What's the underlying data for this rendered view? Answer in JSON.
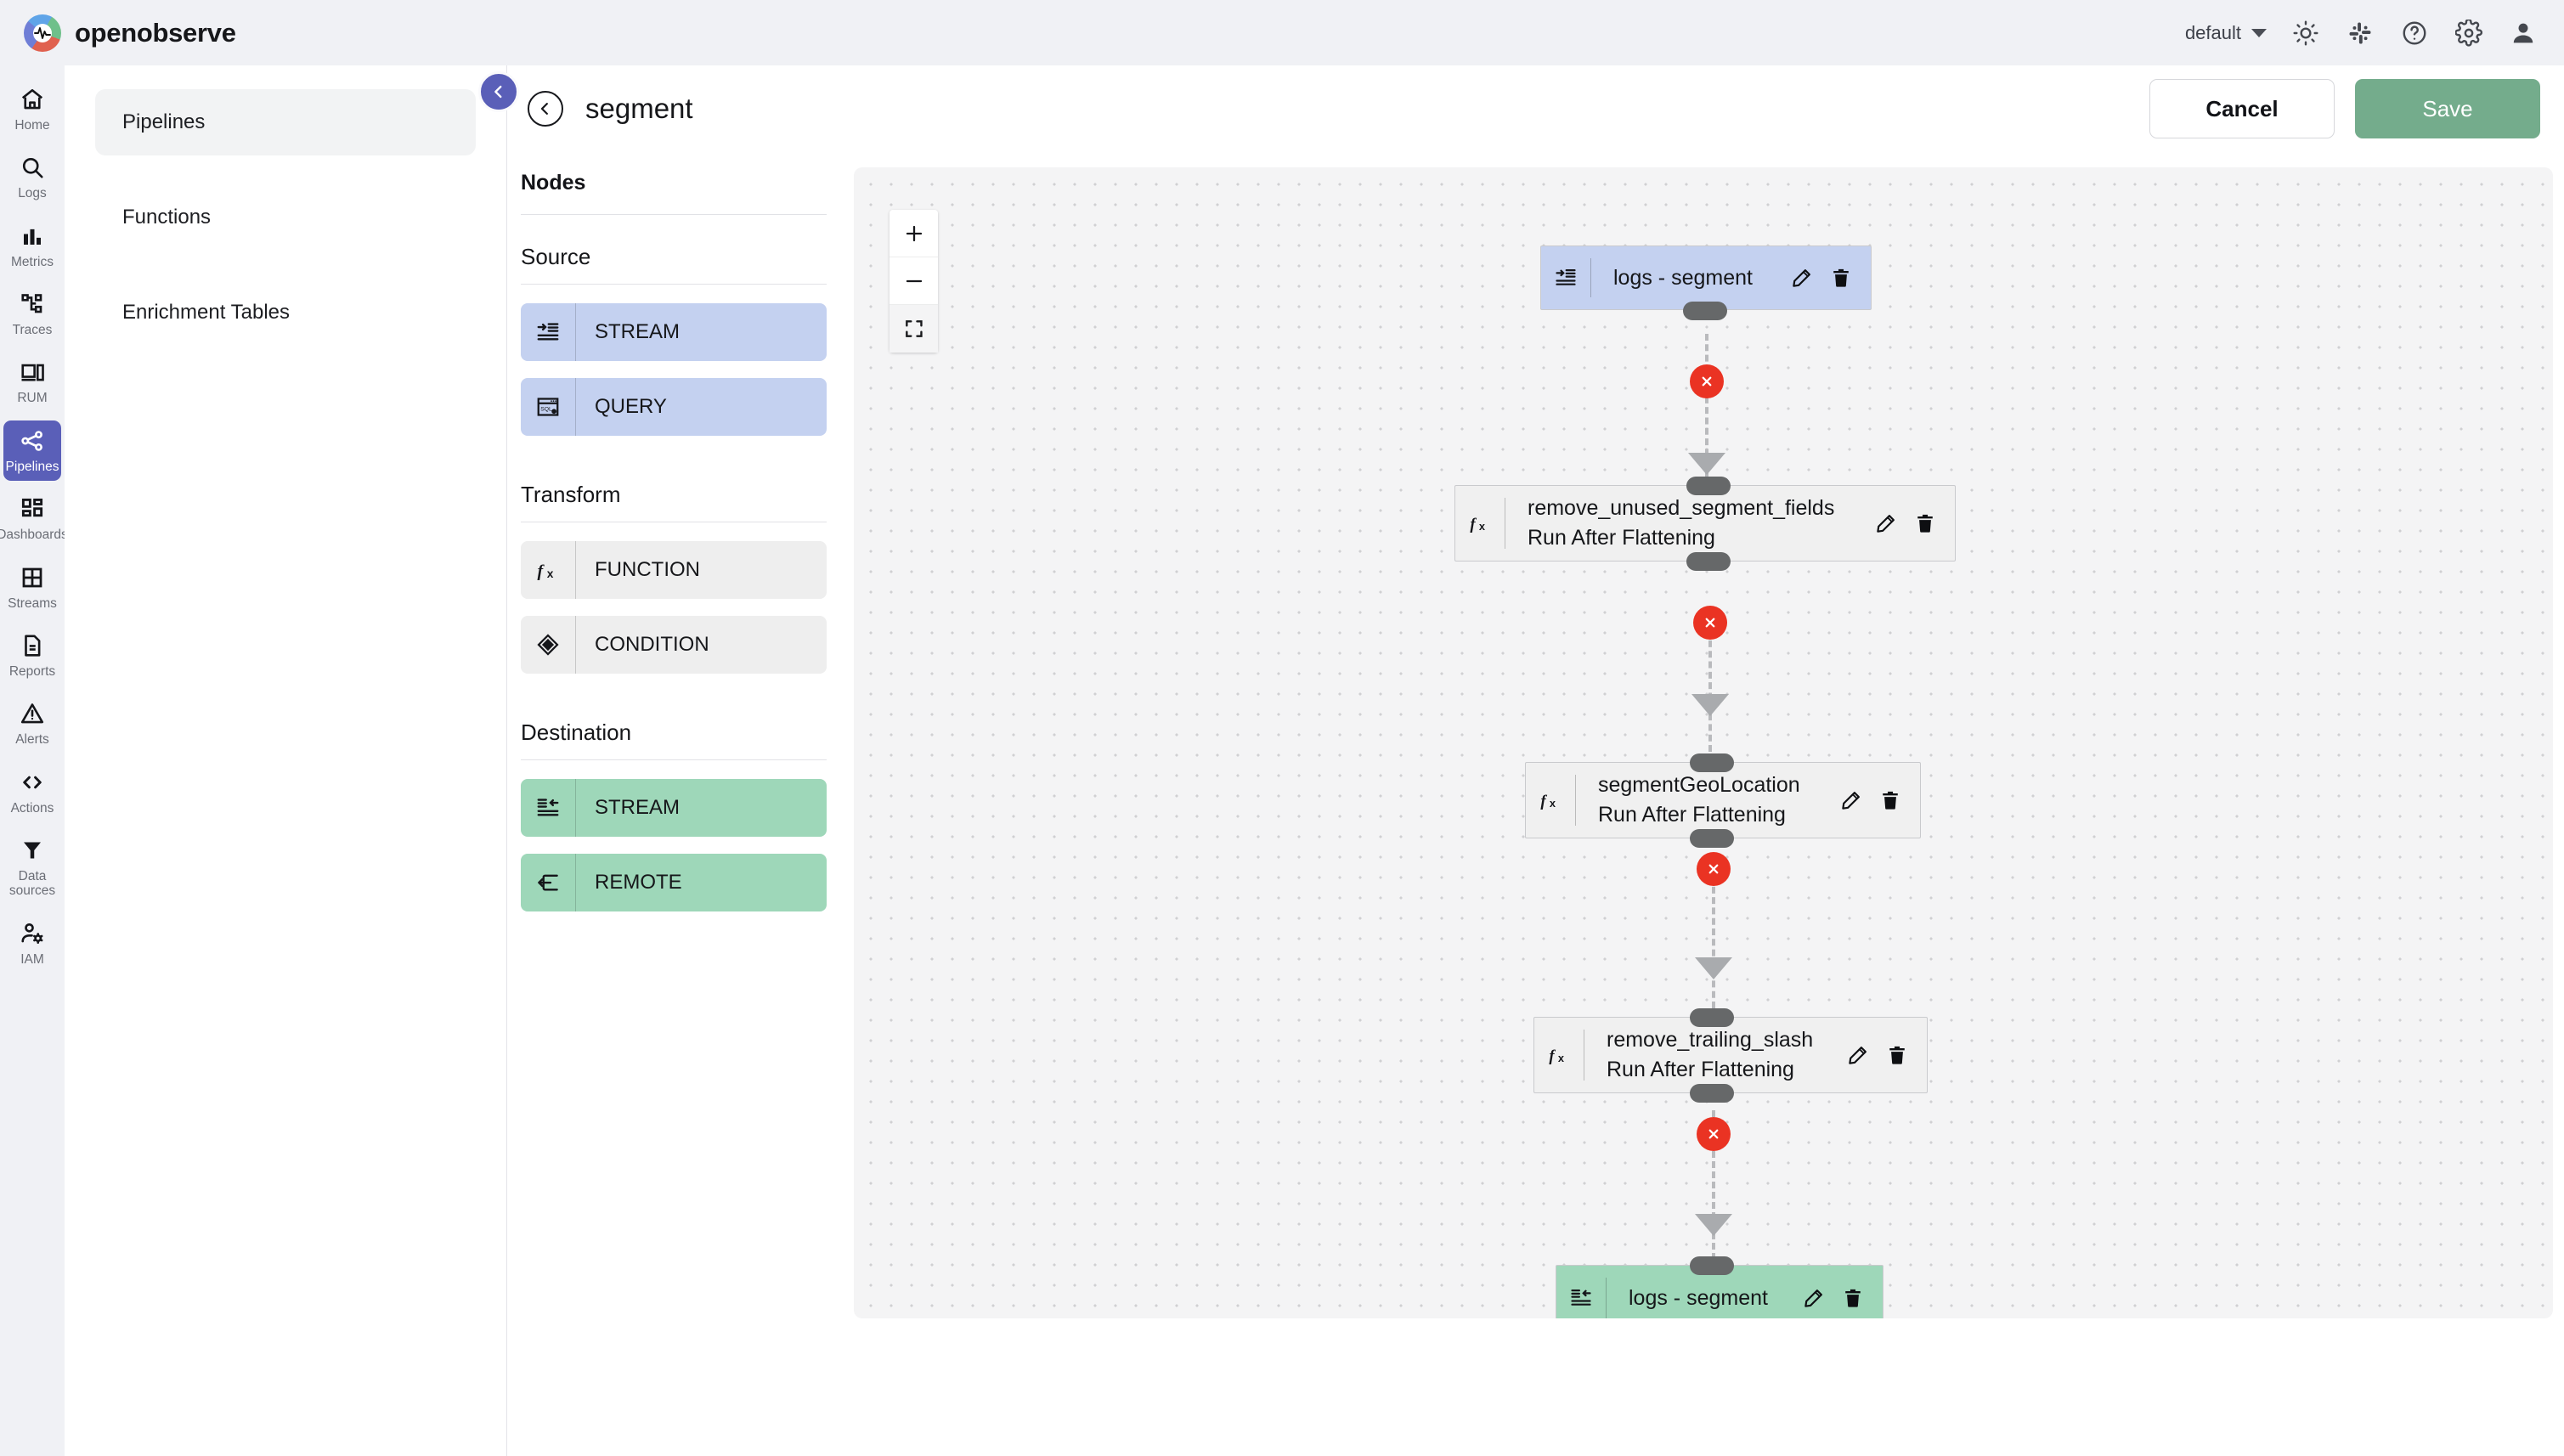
{
  "app": {
    "brand_name": "openobserve",
    "logo_icon": "pulse-logo-icon"
  },
  "topbar": {
    "org_label": "default",
    "org_caret_icon": "chevron-down-icon",
    "icons": [
      {
        "name": "theme-toggle-icon",
        "glyph": "sun-icon"
      },
      {
        "name": "slack-icon",
        "glyph": "slack-icon"
      },
      {
        "name": "help-icon",
        "glyph": "question-circle-icon"
      },
      {
        "name": "settings-icon",
        "glyph": "gear-icon"
      },
      {
        "name": "account-icon",
        "glyph": "user-icon"
      }
    ]
  },
  "rail": {
    "items": [
      {
        "label": "Home",
        "icon": "home-icon",
        "active": false
      },
      {
        "label": "Logs",
        "icon": "search-icon",
        "active": false
      },
      {
        "label": "Metrics",
        "icon": "bar-chart-icon",
        "active": false
      },
      {
        "label": "Traces",
        "icon": "traces-icon",
        "active": false
      },
      {
        "label": "RUM",
        "icon": "devices-icon",
        "active": false
      },
      {
        "label": "Pipelines",
        "icon": "share-nodes-icon",
        "active": true
      },
      {
        "label": "Dashboards",
        "icon": "dashboard-grid-icon",
        "active": false
      },
      {
        "label": "Streams",
        "icon": "grid-square-icon",
        "active": false
      },
      {
        "label": "Reports",
        "icon": "document-icon",
        "active": false
      },
      {
        "label": "Alerts",
        "icon": "warning-triangle-icon",
        "active": false
      },
      {
        "label": "Actions",
        "icon": "code-brackets-icon",
        "active": false
      },
      {
        "label": "Data sources",
        "icon": "funnel-icon",
        "active": false
      },
      {
        "label": "IAM",
        "icon": "user-gear-icon",
        "active": false
      }
    ]
  },
  "subnav": {
    "items": [
      {
        "label": "Pipelines",
        "active": true
      },
      {
        "label": "Functions",
        "active": false
      },
      {
        "label": "Enrichment Tables",
        "active": false
      }
    ],
    "collapse_icon": "chevron-left-icon"
  },
  "page": {
    "back_icon": "chevron-left-circle-icon",
    "title": "segment",
    "cancel_label": "Cancel",
    "save_label": "Save"
  },
  "nodes_panel": {
    "title": "Nodes",
    "groups": [
      {
        "title": "Source",
        "kind": "src",
        "items": [
          {
            "label": "STREAM",
            "icon": "stream-in-icon"
          },
          {
            "label": "QUERY",
            "icon": "sql-window-icon"
          }
        ]
      },
      {
        "title": "Transform",
        "kind": "tr",
        "items": [
          {
            "label": "FUNCTION",
            "icon": "fx-icon"
          },
          {
            "label": "CONDITION",
            "icon": "diamond-icon"
          }
        ]
      },
      {
        "title": "Destination",
        "kind": "dst",
        "items": [
          {
            "label": "STREAM",
            "icon": "stream-out-icon"
          },
          {
            "label": "REMOTE",
            "icon": "remote-export-icon"
          }
        ]
      }
    ]
  },
  "canvas": {
    "zoom_controls": [
      {
        "name": "zoom-in-button",
        "glyph": "plus-icon"
      },
      {
        "name": "zoom-out-button",
        "glyph": "minus-icon"
      },
      {
        "name": "fit-view-button",
        "glyph": "fit-screen-icon"
      }
    ],
    "graph_nodes": [
      {
        "id": "source-stream",
        "kind": "src",
        "icon": "stream-in-icon",
        "line1": "logs - segment",
        "line2": "",
        "edit_icon": "pencil-icon",
        "delete_icon": "trash-icon"
      },
      {
        "id": "fn-remove-unused",
        "kind": "fn",
        "icon": "fx-icon",
        "line1": "remove_unused_segment_fields",
        "line2": "Run After Flattening",
        "edit_icon": "pencil-icon",
        "delete_icon": "trash-icon"
      },
      {
        "id": "fn-geolocation",
        "kind": "fn",
        "icon": "fx-icon",
        "line1": "segmentGeoLocation",
        "line2": "Run After Flattening",
        "edit_icon": "pencil-icon",
        "delete_icon": "trash-icon"
      },
      {
        "id": "fn-trailing-slash",
        "kind": "fn",
        "icon": "fx-icon",
        "line1": "remove_trailing_slash",
        "line2": "Run After Flattening",
        "edit_icon": "pencil-icon",
        "delete_icon": "trash-icon"
      },
      {
        "id": "dest-stream",
        "kind": "dst",
        "icon": "stream-out-icon",
        "line1": "logs - segment",
        "line2": "",
        "edit_icon": "pencil-icon",
        "delete_icon": "trash-icon"
      }
    ],
    "edge_delete_icon": "close-x-icon",
    "edge_count": 4
  },
  "colors": {
    "accent_purple": "#5a5fb8",
    "source_blue": "#c4d1f0",
    "destination_green": "#9ed7b9",
    "save_green": "#74ac8c",
    "edge_delete_red": "#ea3323",
    "handle_gray": "#666869",
    "canvas_bg": "#f4f4f5"
  }
}
